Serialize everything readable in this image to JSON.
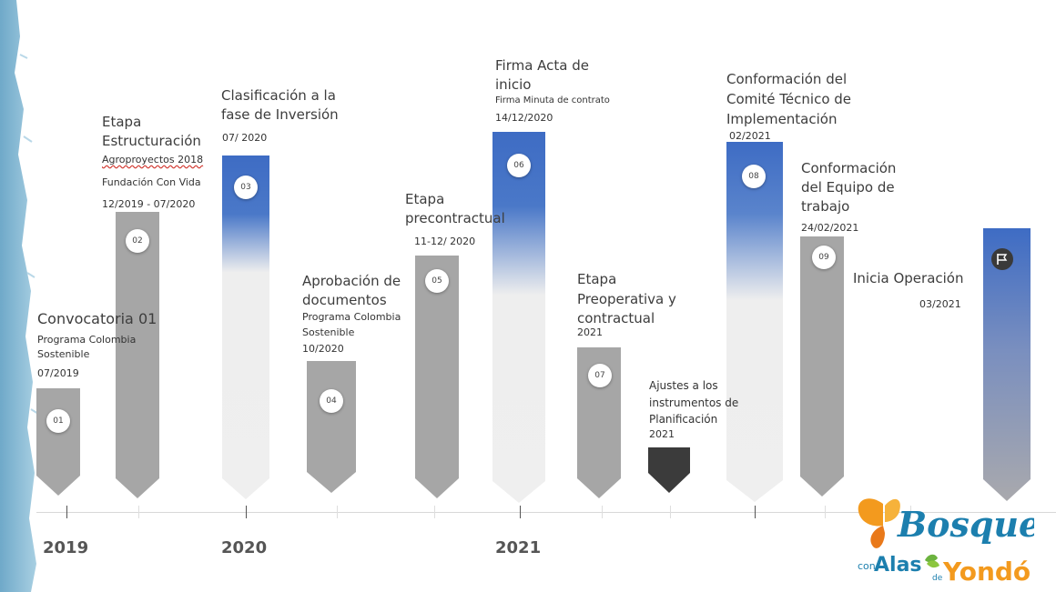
{
  "colors": {
    "gray": "#a6a6a6",
    "blue": "#4472c4",
    "dark": "#3b3b3b",
    "edge": "#7eb2cf"
  },
  "years": [
    "2019",
    "2020",
    "2021"
  ],
  "milestones": [
    {
      "num": "01",
      "title": "Convocatoria 01",
      "lines": [
        "Programa Colombia",
        "Sostenible",
        "07/2019"
      ]
    },
    {
      "num": "02",
      "title_lines": [
        "Etapa",
        "Estructuración"
      ],
      "lines": [
        "Agroproyectos 2018",
        "Fundación Con Vida",
        "12/2019 - 07/2020"
      ]
    },
    {
      "num": "03",
      "title_lines": [
        "Clasificación a la",
        "fase de Inversión"
      ],
      "date": "07/ 2020"
    },
    {
      "num": "04",
      "title_lines": [
        "Aprobación de",
        "documentos"
      ],
      "lines": [
        "Programa Colombia",
        "Sostenible",
        "10/2020"
      ]
    },
    {
      "num": "05",
      "title_lines": [
        "Etapa",
        "precontractual"
      ],
      "date": "11-12/ 2020"
    },
    {
      "num": "06",
      "title_lines": [
        "Firma Acta de",
        "inicio"
      ],
      "lines": [
        "Firma Minuta de contrato",
        "14/12/2020"
      ]
    },
    {
      "num": "07",
      "title_lines": [
        "Etapa",
        "Preoperativa y",
        "contractual"
      ],
      "date": "2021"
    },
    {
      "title_lines": [
        "Ajustes a los",
        "instrumentos de",
        "Planificación"
      ],
      "date": "2021"
    },
    {
      "num": "08",
      "title_lines": [
        "Conformación del",
        "Comité Técnico de",
        "Implementación"
      ],
      "date": "02/2021"
    },
    {
      "num": "09",
      "title_lines": [
        "Conformación",
        "del Equipo de",
        "trabajo"
      ],
      "date": "24/02/2021"
    },
    {
      "title": "Inicia Operación",
      "date": "03/2021",
      "icon": "flag-icon"
    }
  ],
  "logo": {
    "main": "Bosques",
    "con": "con",
    "alas": "Alas",
    "de": "de",
    "end": "Yondó"
  }
}
